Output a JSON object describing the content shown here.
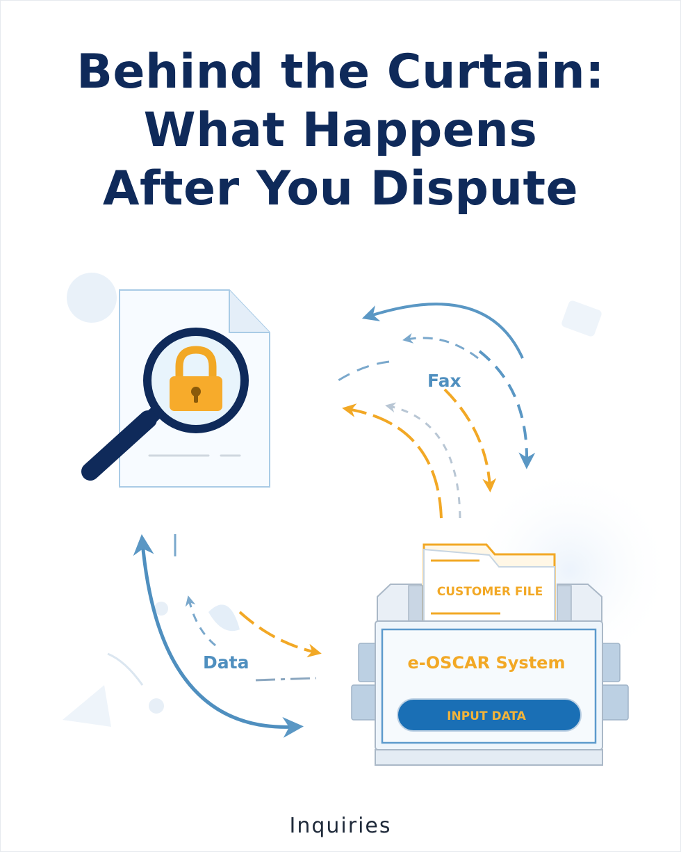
{
  "header": {
    "title_lines": [
      "Behind the Curtain:",
      "What Happens",
      "After You Dispute"
    ]
  },
  "diagram": {
    "labels": {
      "fax": "Fax",
      "data": "Data",
      "customer_file": "CUSTOMER FILE",
      "system_name": "e-OSCAR System",
      "input_button": "INPUT DATA"
    }
  },
  "footer": {
    "caption": "Inquiries"
  },
  "colors": {
    "navy": "#0f2a5a",
    "steel_blue": "#4f8fbf",
    "amber": "#f2a825",
    "button_blue": "#1a6fb5",
    "light_blue_fill": "#e8f1fa"
  }
}
